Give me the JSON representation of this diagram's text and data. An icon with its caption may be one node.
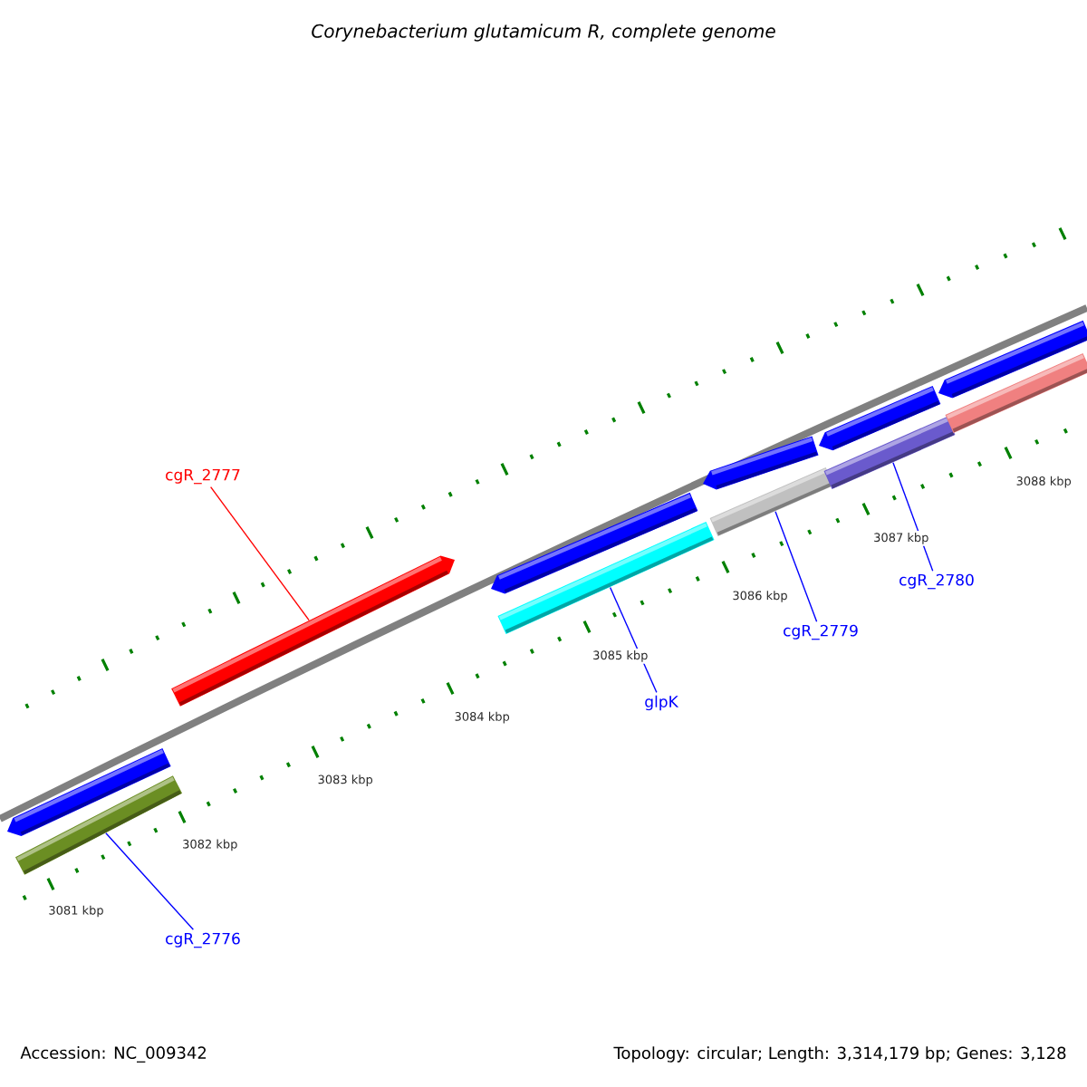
{
  "diagram": {
    "title": "Corynebacterium glutamicum R, complete genome",
    "nodes": [
      {
        "text": [
          "cgR_2777"
        ]
      },
      {
        "text": [
          "cgR_2780"
        ]
      },
      {
        "text": [
          "cgR_2779"
        ]
      },
      {
        "text": [
          "glpK"
        ]
      },
      {
        "text": [
          "cgR_2776"
        ]
      },
      {
        "text": [],
        "shape": "bar"
      },
      {
        "text": [],
        "shape": "bar"
      },
      {
        "text": [],
        "shape": "bar"
      },
      {
        "text": [],
        "shape": "bar"
      },
      {
        "text": [],
        "shape": "bar"
      },
      {
        "text": [],
        "shape": "bar"
      },
      {
        "text": [],
        "shape": "bar"
      },
      {
        "text": [],
        "shape": "bar"
      },
      {
        "text": [],
        "shape": "bar"
      },
      {
        "text": [],
        "shape": "bar"
      },
      {
        "text": [],
        "shape": "bar"
      }
    ],
    "edges": [
      {
        "from": 0,
        "to": 7,
        "arrow": "none",
        "color": "#ff0000"
      },
      {
        "from": 1,
        "to": 13,
        "arrow": "none"
      },
      {
        "from": 2,
        "to": 11,
        "arrow": "none"
      },
      {
        "from": 3,
        "to": 9,
        "arrow": "none"
      },
      {
        "from": 4,
        "to": 6,
        "arrow": "none"
      }
    ],
    "labels": [
      "3081 kbp",
      "3082 kbp",
      "3083 kbp",
      "3084 kbp",
      "3085 kbp",
      "3086 kbp",
      "3087 kbp",
      "3088 kbp",
      "Accession: NC_009342",
      "Topology: circular; Length: 3,314,179 bp; Genes: 3,128"
    ]
  }
}
